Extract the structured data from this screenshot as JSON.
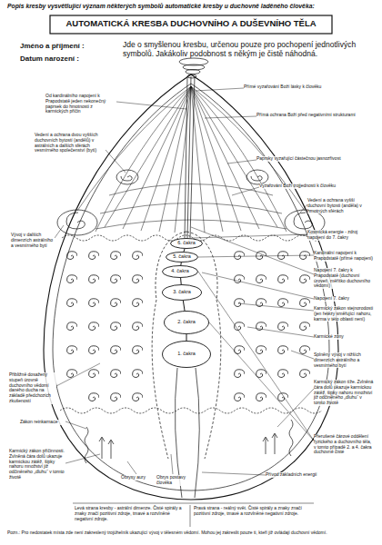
{
  "diagram": {
    "title": "AUTOMATICKÁ KRESBA DUCHOVNÍHO A DUŠEVNÍHO TĚLA",
    "caption": "Pozn.: Pro nedostatek místa zde není zakreslený trojúhelník ukazující vývoj v tělesném vědomí. Mohou jej zakreslit pouze ti, kteří již ovládají duchovní vědomí.",
    "nodes": [
      {
        "text": [
          "6. čakra"
        ]
      },
      {
        "text": [
          "5. čakra"
        ]
      },
      {
        "text": [
          "4. čakra"
        ]
      },
      {
        "text": [
          "3. čakra"
        ]
      },
      {
        "text": [
          "2. čakra"
        ]
      },
      {
        "text": [
          "1. čakra"
        ]
      }
    ],
    "edges": [
      {
        "from": 0,
        "to": 1,
        "arrow": "none"
      },
      {
        "from": 1,
        "to": 2,
        "arrow": "none"
      },
      {
        "from": 2,
        "to": 3,
        "arrow": "none"
      },
      {
        "from": 3,
        "to": 4,
        "arrow": "none"
      },
      {
        "from": 4,
        "to": 5,
        "arrow": "none"
      }
    ],
    "labels": [
      "Popis kresby vysvětlující význam některých symbolů automatické kresby u duchovně laděného člověka:",
      "Jméno a příjmení :",
      "Datum narození :",
      "Jde o smyšlenou kresbu, určenou pouze pro pochopení jednotlivých symbolů. Jakákoliv podobnost s někým je čistě náhodná.",
      "Od kardinálního napojení k Prapodstatě jeden nekonečný paprsek do hmotnosti z karmických příčin",
      "Vedení a ochrana dvou vyšších duchovních bytostí (andělů) v astrálních a dalších sférách vesmírného společenství (bytí)",
      "Vývoj v dalších dimenzích astrálního a vesmírného bytí",
      "Přibližně dosažený stupeň úrovně duchovního vědomí daného ducha na základě předchozích zkušeností",
      "Zákon reinkarnace",
      "Karmický zákon příčinnosti. Zvlněná čára dolů ukazuje karmickou zátěž, šipky nahoru množství již odčiněného „dluhu“ v tomto životě",
      "Obrysy aury",
      "Obrys postavy člověka",
      "Přímé vyzařování Boží lásky k člověku",
      "Přímá ochrana Boží před negativními strukturami",
      "Paprsky vyzařující částečnou jasnozřivost",
      "Vyzařování Boží trojjednosti k člověku",
      "Vedení a ochrana vyšší duchovní bytosti (anděla) v hmotných sférách",
      "Kosmická energie - zdroj napojení do 7. čakry",
      "Kardinální napojení k Prapodstatě (přímé napojení)",
      "Napojení 7. čakry k Prapodstatě (duchovní úroveň, měřítko duchovního vědomí)",
      "Napojení 7. čakry",
      "Karmický zákon stejnorodosti (jen řetězy směřující nahoru, karma v této oblasti není)",
      "Karmické zóny",
      "Splněný vývoj v nižších dimenzích astrálního a vesmírného bytí",
      "Karmický zákon tíže. Zvlněná čára dolů ukazuje karmickou zátěž, šipky nahoru množství již odčiněného „dluhu“ v tomto životě",
      "Přerušené čárové oddělení fyzického a duchovního těla, v tomto případě 2. a 4. čakra duchovně čisté",
      "Přívod základních energií",
      "Levá strana kresby - astrální dimenze. Čisté spirály a znaky značí pozitivní zdroje, tmavé a rozvlněné negativní zdroje.",
      "Pravá strana - reálný svět. Čisté spirály a znaky značí pozitivní zdroje, tmavé a rozvlněné negativní zdroje."
    ]
  }
}
